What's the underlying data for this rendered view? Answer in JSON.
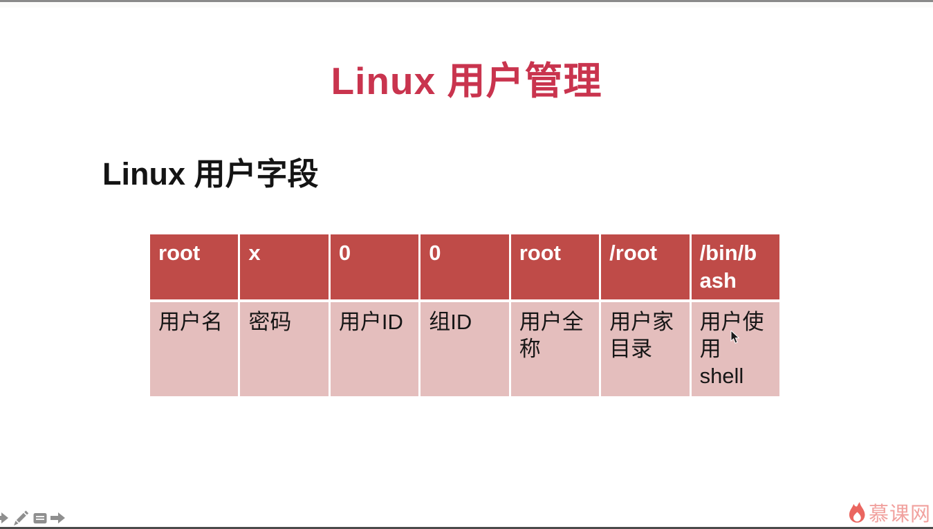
{
  "slide": {
    "title": "Linux 用户管理",
    "heading": "Linux 用户字段"
  },
  "table": {
    "columns": [
      {
        "value": "root",
        "label": "用户名"
      },
      {
        "value": "x",
        "label": "密码"
      },
      {
        "value": "0",
        "label": "用户ID"
      },
      {
        "value": "0",
        "label": "组ID"
      },
      {
        "value": "root",
        "label": "用户全称"
      },
      {
        "value": "/root",
        "label": "用户家目录"
      },
      {
        "value": "/bin/bash",
        "label": "用户使用 shell"
      }
    ]
  },
  "presenter_toolbar": {
    "icons": [
      "previous-slide-arrow",
      "pen",
      "slide-panel",
      "next-slide-arrow"
    ]
  },
  "watermark": {
    "brand": "慕课网",
    "icon": "flame-icon"
  },
  "colors": {
    "title_red": "#C9344E",
    "table_header_bg": "#BF4B48",
    "table_body_bg": "#E4BEBD",
    "toolbar_gray": "#8F8F8F",
    "flame_red": "#EA6660",
    "brand_pink": "#F1A19E"
  }
}
